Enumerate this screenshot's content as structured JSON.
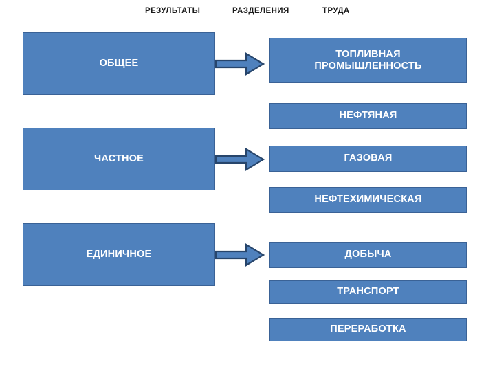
{
  "slide": {
    "background_color": "#FFFFFF",
    "accent_color": "#4F81BD",
    "outline_color": "#3A6296",
    "text_color": "#FFFFFF",
    "header_text_color": "#1A1A1A"
  },
  "header": {
    "words": [
      {
        "id": "results",
        "label": "РЕЗУЛЬТАТЫ"
      },
      {
        "id": "separation",
        "label": "РАЗДЕЛЕНИЯ"
      },
      {
        "id": "labour",
        "label": "ТРУДА"
      }
    ]
  },
  "left_column": {
    "items": [
      {
        "id": "obshchee",
        "label": "ОБЩЕЕ"
      },
      {
        "id": "chastnoe",
        "label": "ЧАСТНОЕ"
      },
      {
        "id": "edinichnoe",
        "label": "ЕДИНИЧНОЕ"
      }
    ]
  },
  "right_column": {
    "items": [
      {
        "id": "toplivnaya",
        "line1": "ТОПЛИВНАЯ",
        "line2": "ПРОМЫШЛЕННОСТЬ"
      },
      {
        "id": "neftyanaya",
        "label": "НЕФТЯНАЯ"
      },
      {
        "id": "gazovaya",
        "label": "ГАЗОВАЯ"
      },
      {
        "id": "neftehim",
        "label": "НЕФТЕХИМИЧЕСКАЯ"
      },
      {
        "id": "dobycha",
        "label": "ДОБЫЧА"
      },
      {
        "id": "transport",
        "label": "ТРАНСПОРТ"
      },
      {
        "id": "pererabotka",
        "label": "ПЕРЕРАБОТКА"
      }
    ]
  },
  "arrows": {
    "count": 3,
    "direction": "right",
    "icon": "right-arrow-icon",
    "fill_color": "#4F81BD",
    "outline_color": "#27456B"
  }
}
